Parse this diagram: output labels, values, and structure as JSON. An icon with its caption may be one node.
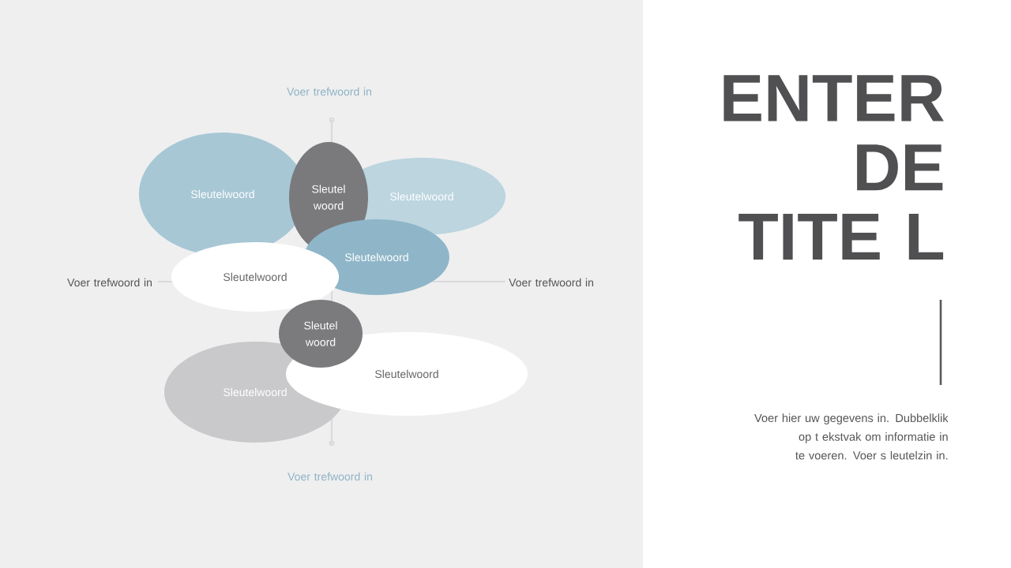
{
  "diagram": {
    "title": "ENTER DE TITE L",
    "nodes": [
      {
        "text": [
          "Sleutelwoord"
        ]
      },
      {
        "text": [
          "Sleutel woord"
        ]
      },
      {
        "text": [
          "Sleutelwoord"
        ]
      },
      {
        "text": [
          "Sleutelwoord"
        ]
      },
      {
        "text": [
          "Sleutelwoord"
        ]
      },
      {
        "text": [
          "Sleutel woord"
        ]
      },
      {
        "text": [
          "Sleutelwoord"
        ]
      },
      {
        "text": [
          "Sleutelwoord"
        ]
      }
    ],
    "labels": [
      "Voer trefwoord in",
      "Voer trefwoord in",
      "Voer trefwoord in",
      "Voer trefwoord in",
      "Voer hier uw gegevens in. Dubbelklik op t ekstvak om informatie in te voeren. Voer s leutelzin in."
    ]
  }
}
